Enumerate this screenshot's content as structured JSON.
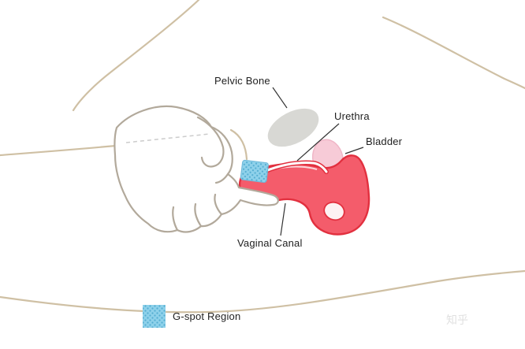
{
  "diagram": {
    "labels": {
      "pelvic_bone": "Pelvic Bone",
      "urethra": "Urethra",
      "bladder": "Bladder",
      "vaginal_canal": "Vaginal Canal"
    },
    "legend": {
      "gspot_region": "G-spot Region"
    },
    "watermark": "知乎",
    "colors": {
      "body_outline": "#cfc0a4",
      "hand_outline": "#b2a99b",
      "hand_fill": "#ffffff",
      "dashed_line": "#cccccc",
      "pelvic_bone_fill": "#d8d8d4",
      "bladder_fill": "#f7cbd7",
      "bladder_stroke": "#f0b6c7",
      "canal_fill": "#f45c6b",
      "canal_stroke": "#e2303f",
      "canal_inner": "#fdf2f3",
      "gspot_fill": "#8ed1ea",
      "gspot_dot": "#54add2",
      "leader_line": "#333333",
      "label_color": "#1f1f1f",
      "watermark_color": "#d9d9d9"
    }
  }
}
